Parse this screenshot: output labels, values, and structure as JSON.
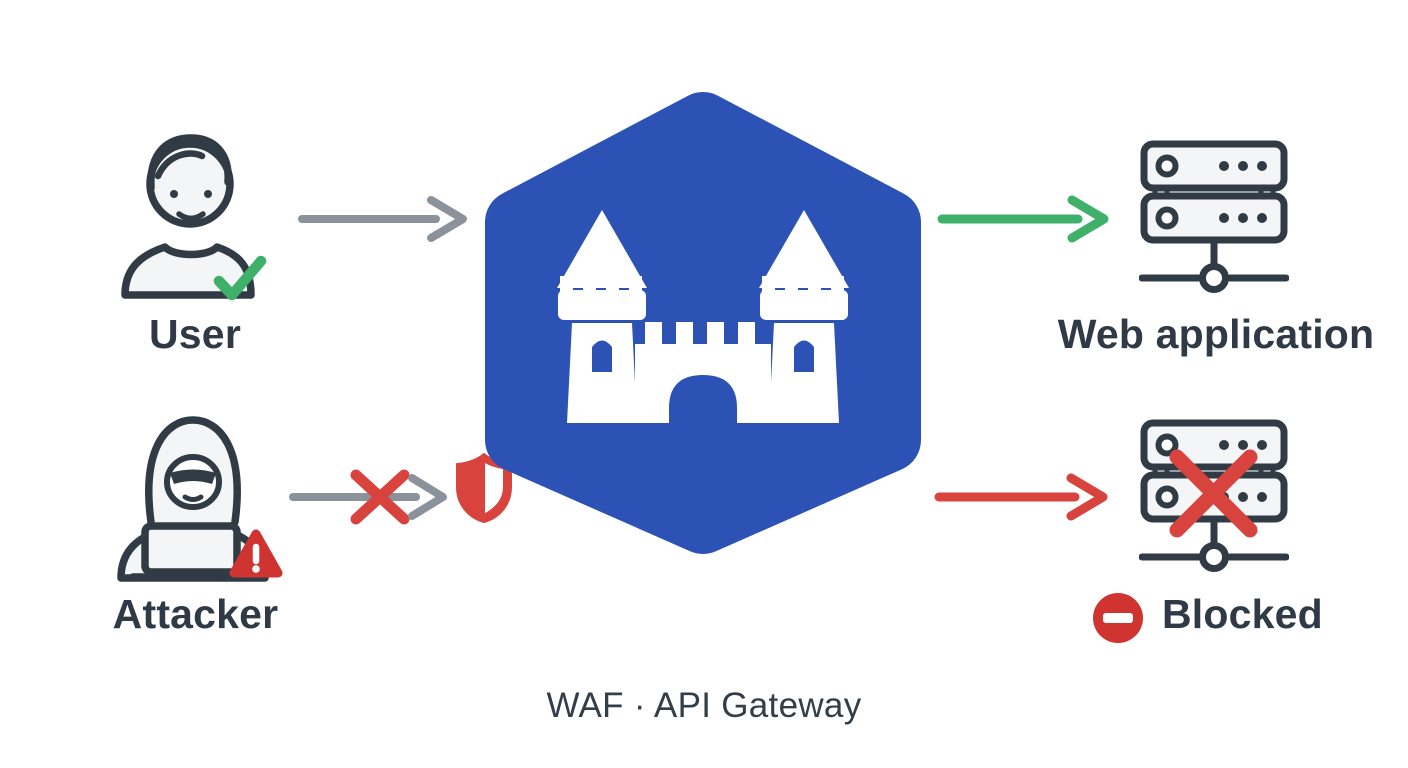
{
  "diagram": {
    "type": "security-flow",
    "nodes": {
      "user": {
        "label": "User",
        "icon": "user-icon",
        "status_icon": "check-icon"
      },
      "attacker": {
        "label": "Attacker",
        "icon": "attacker-icon",
        "status_icon": "warning-triangle-icon"
      },
      "gateway": {
        "label": "WAF · API Gateway",
        "icon": "castle-icon",
        "shape": "hexagon",
        "badge_icon": "shield-icon"
      },
      "web_application": {
        "label": "Web application",
        "icon": "server-icon"
      },
      "blocked": {
        "label": "Blocked",
        "icon": "blocked-server-icon",
        "status_icon": "no-entry-icon"
      }
    },
    "flows": [
      {
        "from": "user",
        "to": "gateway",
        "result": "allowed",
        "style": "gray-arrow"
      },
      {
        "from": "attacker",
        "to": "gateway",
        "result": "rejected",
        "style": "gray-arrow-with-red-x"
      },
      {
        "from": "gateway",
        "to": "web_application",
        "result": "allowed",
        "style": "green-arrow"
      },
      {
        "from": "gateway",
        "to": "blocked",
        "result": "blocked",
        "style": "red-arrow"
      }
    ]
  },
  "colors": {
    "hexagon_blue": "#2b52b4",
    "outline_dark": "#303b46",
    "icon_fill": "#f3f5f6",
    "success_green": "#3fb069",
    "danger_red": "#d8433e",
    "deep_red": "#cf3431",
    "arrow_gray": "#8b929b",
    "label_text": "#2f3a46",
    "caption_text": "#333e49"
  }
}
